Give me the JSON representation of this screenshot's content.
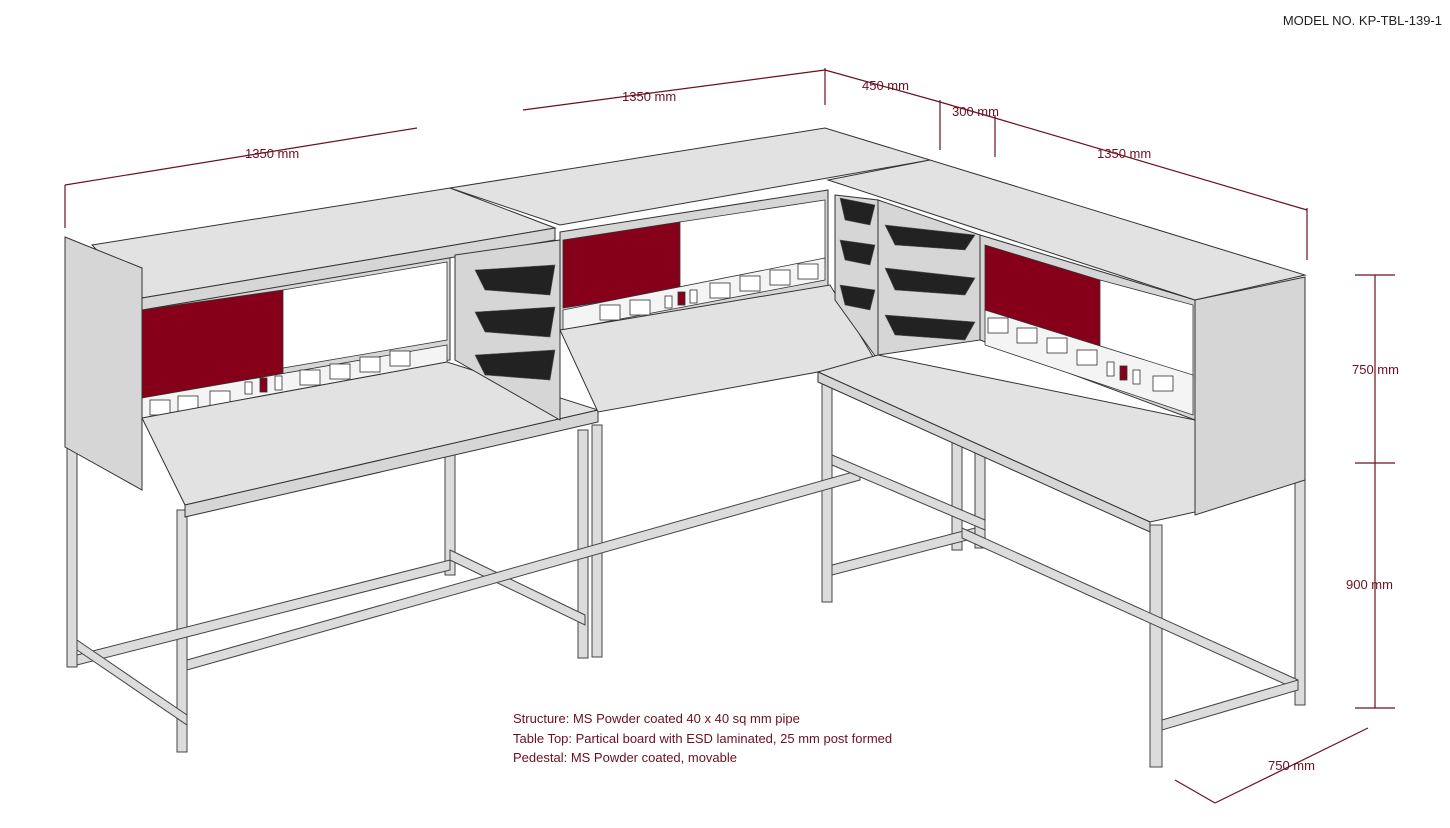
{
  "model_number": "MODEL NO. KP-TBL-139-1",
  "dimensions": {
    "left_width": "1350 mm",
    "middle_width": "1350 mm",
    "right_width": "1350 mm",
    "corner_depth": "450 mm",
    "corner_offset": "300 mm",
    "upper_height": "750 mm",
    "table_height": "900 mm",
    "table_depth": "750 mm"
  },
  "specifications": [
    "Structure: MS Powder coated 40 x 40 sq mm pipe",
    "Table Top: Partical board with ESD laminated, 25 mm post formed",
    "Pedestal: MS Powder coated, movable"
  ],
  "colors": {
    "annotation": "#6b1020",
    "panel_red": "#850018",
    "surface": "#e2e2e2"
  }
}
